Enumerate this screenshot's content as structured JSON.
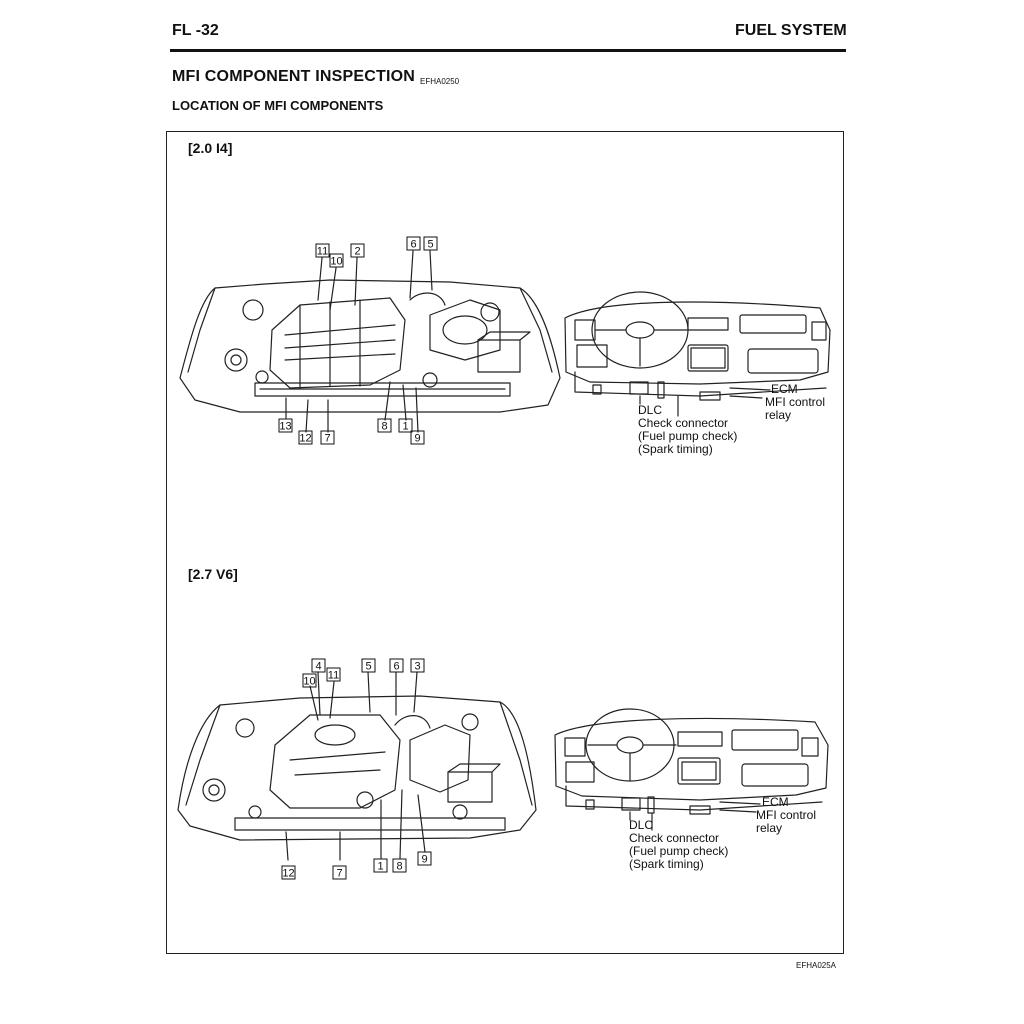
{
  "header": {
    "page_code": "FL -32",
    "section": "FUEL SYSTEM"
  },
  "title": "MFI COMPONENT INSPECTION",
  "title_code": "EFHA0250",
  "subtitle": "LOCATION OF MFI COMPONENTS",
  "footer_code": "EFHA025A",
  "variants": [
    {
      "label": "[2.0  I4]",
      "engine_numbers": [
        "11",
        "10",
        "2",
        "6",
        "5",
        "13",
        "12",
        "7",
        "8",
        "1",
        "9"
      ],
      "dash": {
        "dlc": "DLC",
        "check_connector": "Check connector",
        "fuel_pump_check": "(Fuel pump check)",
        "spark_timing": "(Spark timing)",
        "ecm": "ECM",
        "mfi_relay_1": "MFI control",
        "mfi_relay_2": "relay"
      }
    },
    {
      "label": "[2.7  V6]",
      "engine_numbers": [
        "4",
        "11",
        "10",
        "5",
        "6",
        "3",
        "12",
        "7",
        "1",
        "8",
        "9"
      ],
      "dash": {
        "dlc": "DLC",
        "check_connector": "Check connector",
        "fuel_pump_check": "(Fuel pump check)",
        "spark_timing": "(Spark timing)",
        "ecm": "ECM",
        "mfi_relay_1": "MFI control",
        "mfi_relay_2": "relay"
      }
    }
  ]
}
